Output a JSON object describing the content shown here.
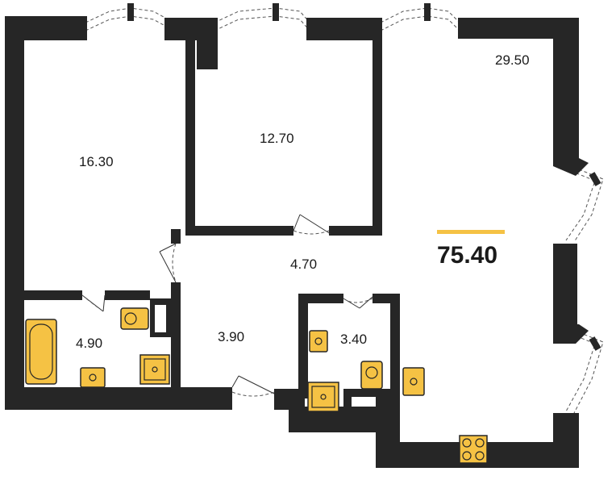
{
  "rooms": {
    "bedroom_left": "16.30",
    "bedroom_mid": "12.70",
    "living": "29.50",
    "hall": "4.70",
    "bathroom": "4.90",
    "corridor": "3.90",
    "wc": "3.40"
  },
  "total_area": "75.40",
  "colors": {
    "wall": "#262626",
    "fixture": "#f5c244",
    "accent_bar": "#f5c244"
  }
}
